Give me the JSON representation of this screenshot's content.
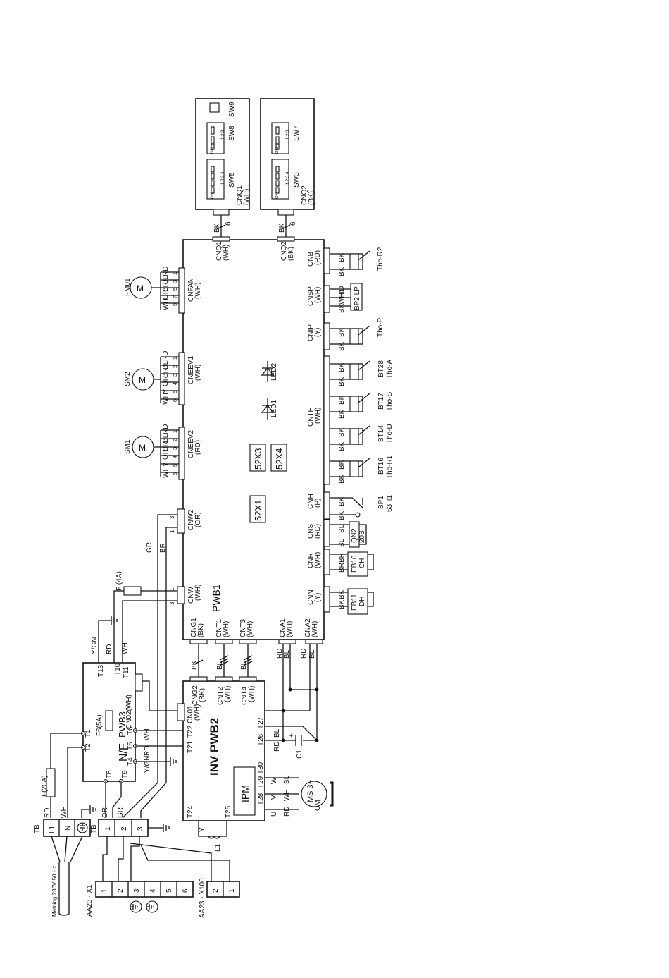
{
  "boards": {
    "pwb1": "PWB1",
    "pwb2": "INV PWB2",
    "pwb3": "PWB3",
    "nf": "N/F",
    "ipm": "IPM"
  },
  "relays": {
    "r1": "52X1",
    "r3": "52X3",
    "r4": "52X4"
  },
  "leds": {
    "led1": "LED1",
    "led2": "LED2"
  },
  "switch_boards": {
    "a": {
      "sw9": "SW9",
      "sw8": "SW8",
      "sw5": "SW5",
      "cnq1": "CNQ1",
      "cnq1c": "(WH)",
      "on": "ON",
      "n3": "1 2 3",
      "n4": "1 2 3 4"
    },
    "b": {
      "sw7": "SW7",
      "sw3": "SW3",
      "cnq2": "CNQ2",
      "cnq2c": "(BK)",
      "on": "ON",
      "n3": "1 2 3",
      "n4": "1 2 3 4"
    }
  },
  "cable": {
    "bk": "BK",
    "six": "6"
  },
  "top_conn": {
    "cnq1": "CNQ1",
    "cnq1c": "(WH)",
    "cnq2": "CNQ2",
    "cnq2c": "(BK)",
    "cnfan": "CNFAN",
    "cnfanc": "(WH)",
    "cneev1": "CNEEV1",
    "cneev1c": "(WH)",
    "cneev2": "CNEEV2",
    "cneev2c": "(RD)",
    "cnw2": "CNW2",
    "cnw2c": "(OR)",
    "cnw": "CNW",
    "cnwc": "(WH)"
  },
  "motors": {
    "fm01": {
      "name": "FM01",
      "m": "M",
      "wires": [
        "RD",
        "BL",
        "BR",
        "OR",
        "WH"
      ],
      "pins": [
        "1",
        "3",
        "5",
        "7",
        "9"
      ]
    },
    "sm2": {
      "name": "SM2",
      "m": "M",
      "wires": [
        "RD",
        "BL",
        "BR",
        "OR",
        "Y",
        "WH"
      ],
      "pins": [
        "1",
        "2",
        "3",
        "4",
        "5",
        "6"
      ]
    },
    "sm1": {
      "name": "SM1",
      "m": "M",
      "wires": [
        "RD",
        "BL",
        "BR",
        "OR",
        "Y",
        "WH"
      ],
      "pins": [
        "1",
        "2",
        "3",
        "4",
        "5",
        "6"
      ]
    }
  },
  "bottom_conn": {
    "cnb": [
      "CNB",
      "(RD)"
    ],
    "cnsp": [
      "CNSP",
      "(WH)"
    ],
    "cnip": [
      "CNIP",
      "(Y)"
    ],
    "cnth": [
      "CNTH",
      "(WH)"
    ],
    "cnh": [
      "CNH",
      "(P)"
    ],
    "cns": [
      "CNS",
      "(RD)"
    ],
    "cnr": [
      "CNR",
      "(WH)"
    ],
    "cnn": [
      "CNN",
      "(Y)"
    ],
    "cna2": [
      "CNA2",
      "(WH)"
    ],
    "cna1": [
      "CNA1",
      "(WH)"
    ],
    "cnt3": [
      "CNT3",
      "(WH)"
    ],
    "cnt1": [
      "CNT1",
      "(WH)"
    ],
    "cng1": [
      "CNG1",
      "(BK)"
    ]
  },
  "sensors": {
    "thor2": "Tho-R2",
    "bp2": "BP2 LP",
    "thop": "Tho-P",
    "bt28": "BT28",
    "thoa": "Tho-A",
    "bt17": "BT17",
    "thos": "Tho-S",
    "bt14": "BT14",
    "thod": "Tho-D",
    "bt16": "BT16",
    "thor1": "Tho-R1",
    "bp1": "BP1",
    "h63": "63H1",
    "qn2a": "QN2",
    "qn2b": "20S",
    "eb10a": "EB10",
    "eb10b": "CH",
    "eb11a": "EB11",
    "eb11b": "DH"
  },
  "wire_colors": {
    "bk": "BK",
    "bl": "BL",
    "rd": "RD",
    "wh": "WH",
    "br": "BR",
    "gr": "GR",
    "y": "Y",
    "ygn": "Y/GN",
    "or": "OR"
  },
  "pwb2_conn": {
    "cng2": [
      "CNG2",
      "(BK)"
    ],
    "cnt2": [
      "CNT2",
      "(WH)"
    ],
    "cnt4": [
      "CNT4",
      "(WH)"
    ],
    "cn01": [
      "CN01",
      "(WH)"
    ],
    "cn02": "CN02(WH)"
  },
  "terminals": {
    "t13": "T13",
    "t10": "T10",
    "t11": "T11",
    "t1": "T1",
    "t2": "T2",
    "t8": "T8",
    "t9": "T9",
    "t6": "T6",
    "t5": "T5",
    "t4": "T4",
    "t22": "T22",
    "t21": "T21",
    "t27": "T27",
    "t26": "T26",
    "t30": "T30",
    "t29": "T29",
    "t28": "T28",
    "t24": "T24",
    "t25": "T25"
  },
  "fuses": {
    "f4a": "F (4A)",
    "f6": "F6(5A)",
    "f20": "F(20A)"
  },
  "misc": {
    "c1": "C1",
    "plus": "+",
    "l1": "L1",
    "cm": "CM",
    "ms": "MS 3~",
    "uvw": [
      "U",
      "V",
      "W"
    ]
  },
  "tb": {
    "tb1": "TB",
    "l1": "L1",
    "n": "N",
    "rd": "RD",
    "wh": "WH",
    "tb2": "TB",
    "or": "OR",
    "gr": "GR",
    "p1": "1",
    "p2": "2",
    "p3": "3"
  },
  "supply": "Matning 230V 50 Hz",
  "x1": {
    "label": "AA23 - X1",
    "pins": [
      "1",
      "2",
      "3",
      "4",
      "5",
      "6"
    ]
  },
  "x100": {
    "label": "AA23 - X100",
    "pins": [
      "2",
      "1"
    ]
  }
}
